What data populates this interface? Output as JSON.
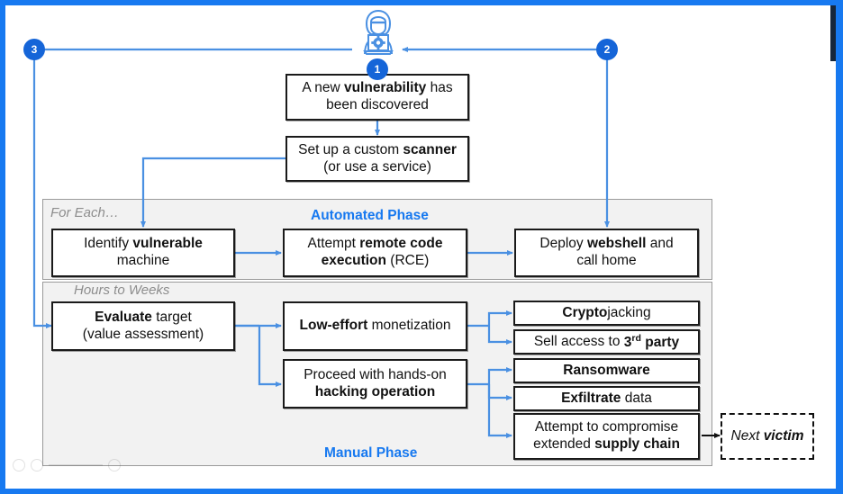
{
  "diagram": {
    "title": "Attack lifecycle flow",
    "accent_color": "#1779f0",
    "marker_color": "#1565d8",
    "band_color": "#f2f2f2",
    "actor": {
      "icon": "hacker-laptop-icon",
      "marker": "1"
    },
    "markers": [
      {
        "id": "1",
        "label": "1"
      },
      {
        "id": "2",
        "label": "2"
      },
      {
        "id": "3",
        "label": "3"
      }
    ],
    "nodes": {
      "vulnerability": {
        "line1_a": "A new ",
        "line1_b": "vulnerability",
        "line1_c": " has",
        "line2": "been discovered"
      },
      "scanner": {
        "line1_a": "Set up a custom ",
        "line1_b": "scanner",
        "line2": "(or use a service)"
      },
      "identify": {
        "line1_a": "Identify ",
        "line1_b": "vulnerable",
        "line2": "machine"
      },
      "rce": {
        "line1_a": "Attempt ",
        "line1_b": "remote code",
        "line2_b": "execution",
        "line2_c": " (RCE)"
      },
      "webshell": {
        "line1_a": "Deploy ",
        "line1_b": "webshell",
        "line1_c": " and",
        "line2": "call home"
      },
      "evaluate": {
        "line1_b": "Evaluate",
        "line1_c": " target",
        "line2": "(value assessment)"
      },
      "low_effort": {
        "line1_b": "Low-effort",
        "line1_c": " monetization"
      },
      "hands_on": {
        "line1": "Proceed with hands-on",
        "line2_b": "hacking operation"
      },
      "cryptojacking": {
        "bold": "Crypto",
        "rest": "jacking"
      },
      "sell_access": {
        "pre": "Sell access to ",
        "bold_sup": "3",
        "sup": "rd",
        "bold_after": " party"
      },
      "ransomware": {
        "bold": "Ransomware"
      },
      "exfiltrate": {
        "bold": "Exfiltrate",
        "rest": " data"
      },
      "supply_chain": {
        "line1": "Attempt to compromise",
        "line2_a": "extended ",
        "line2_b": "supply chain"
      },
      "next_victim": {
        "pre": "Next ",
        "bold": "victim"
      }
    },
    "bands": {
      "automated": {
        "title": "Automated Phase",
        "note": "For Each…"
      },
      "manual": {
        "title": "Manual Phase",
        "note": "Hours to Weeks"
      }
    }
  }
}
